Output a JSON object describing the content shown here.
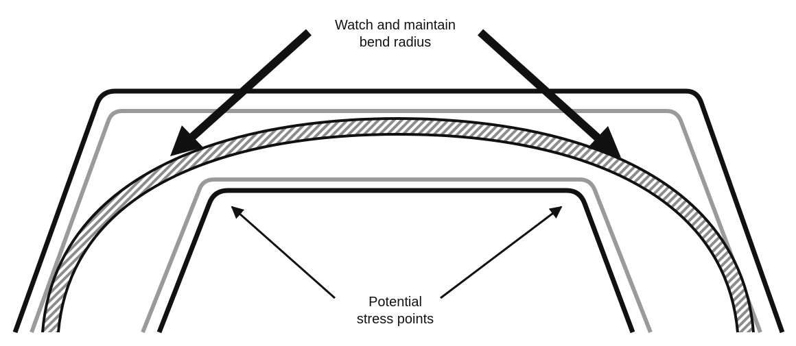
{
  "labels": {
    "bend_radius": {
      "line1": "Watch and maintain",
      "line2": "bend radius"
    },
    "stress_points": {
      "line1": "Potential",
      "line2": "stress points"
    }
  },
  "colors": {
    "outline": "#111111",
    "gray_track": "#9a9a9a",
    "hatch": "#8c8c8c",
    "background": "#ffffff"
  }
}
